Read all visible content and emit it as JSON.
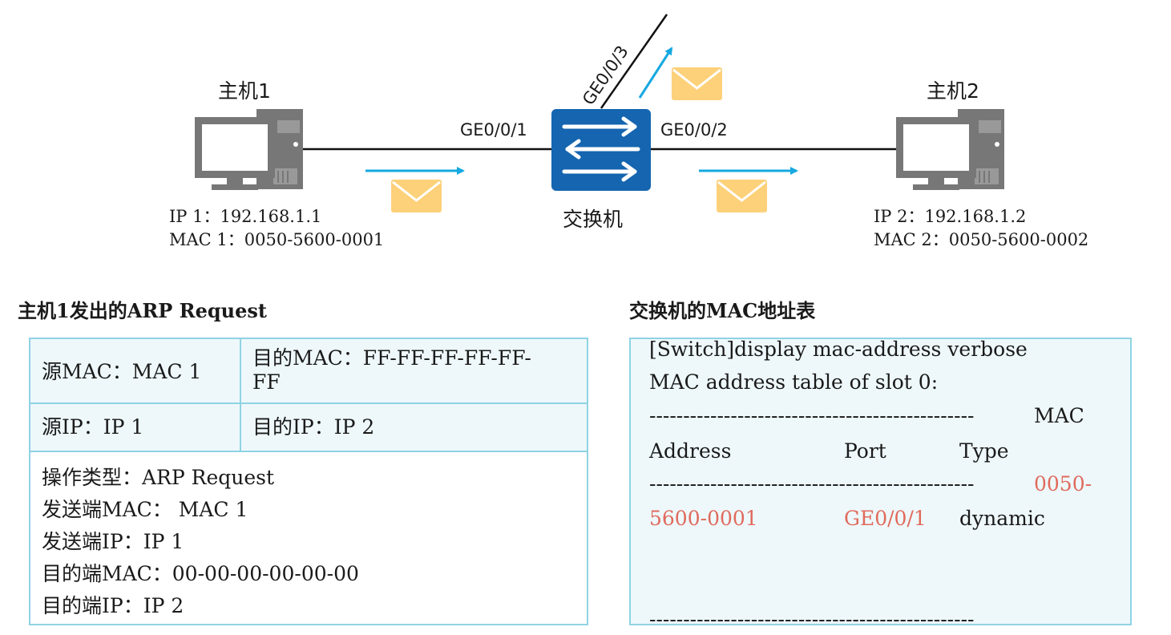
{
  "topology": {
    "host1": {
      "label": "主机1",
      "ip": "IP 1：192.168.1.1",
      "mac": "MAC 1：0050-5600-0001"
    },
    "host2": {
      "label": "主机2",
      "ip": "IP 2：192.168.1.2",
      "mac": "MAC 2：0050-5600-0002"
    },
    "switch": {
      "label": "交换机"
    },
    "ports": {
      "p1": "GE0/0/1",
      "p2": "GE0/0/2",
      "p3": "GE0/0/3"
    }
  },
  "arp_request": {
    "title": "主机1发出的ARP Request",
    "src_mac": "源MAC：MAC 1",
    "dst_mac_line1": "目的MAC：FF-FF-FF-FF-FF-",
    "dst_mac_line2": "FF",
    "src_ip": "源IP：IP 1",
    "dst_ip": "目的IP：IP 2",
    "body_lines": [
      "操作类型：ARP Request",
      "发送端MAC： MAC 1",
      "发送端IP：IP 1",
      "目的端MAC：00-00-00-00-00-00",
      "目的端IP：IP 2"
    ]
  },
  "mac_table": {
    "title": "交换机的MAC地址表",
    "cmd": "[Switch]display mac-address verbose",
    "subtitle": "MAC address table of slot 0:",
    "sep1": "------------------------------------------------",
    "h_mac": "MAC",
    "h_address": "Address",
    "h_port": "Port",
    "h_type": "Type",
    "sep2": "------------------------------------------------",
    "r_mac_part1": "0050-",
    "r_mac_part2": "5600-0001",
    "r_port": "GE0/0/1",
    "r_type": "dynamic",
    "sep3": "------------------------------------------------"
  },
  "colors": {
    "cell_fill": "#eef8fb",
    "border": "#8fd3e3",
    "arrow": "#16a8e0",
    "envelope": "#fdd17a",
    "switch": "#1565b0",
    "computer": "#777777",
    "highlight": "#e06a5c"
  }
}
